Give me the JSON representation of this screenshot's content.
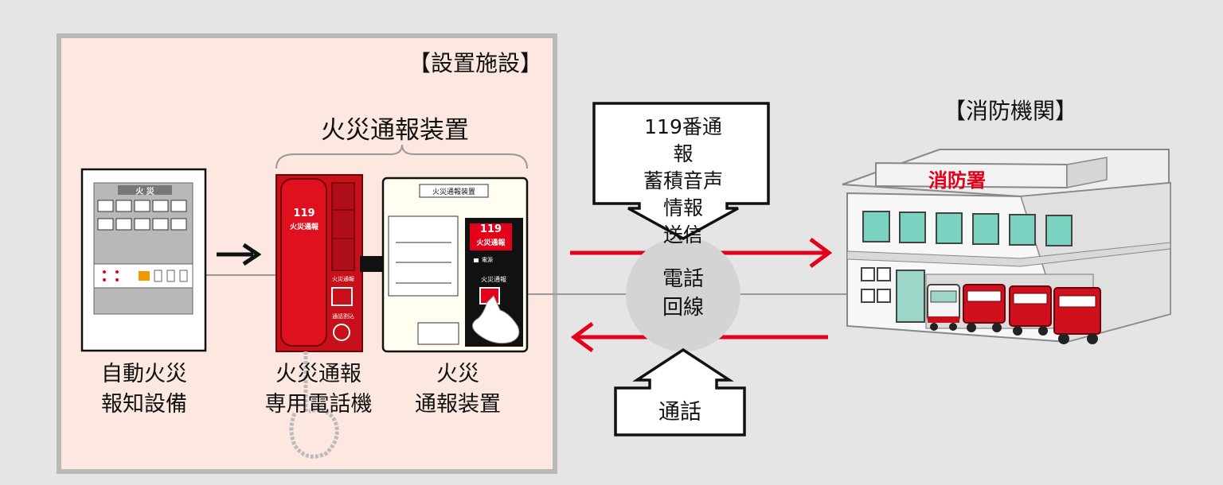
{
  "facility": {
    "title": "【設置施設】"
  },
  "device_group": {
    "title": "火災通報装置"
  },
  "fire_alarm": {
    "panel_label": "火 災",
    "caption_line1": "自動火災",
    "caption_line2": "報知設備"
  },
  "phone": {
    "screen_line1": "119",
    "screen_line2": "火災通報",
    "side_label_1": "火災通報",
    "side_label_2": "通話割込",
    "caption_line1": "火災通報",
    "caption_line2": "専用電話機"
  },
  "device": {
    "panel_title": "火災通報装置",
    "badge_line1": "119",
    "badge_line2": "火災通報",
    "power_label": "電源",
    "button_label": "火災通報",
    "caption_line1": "火災",
    "caption_line2": "通報装置"
  },
  "line": {
    "label_line1": "電話",
    "label_line2": "回線"
  },
  "callout_top": {
    "line1": "119番通報",
    "line2": "蓄積音声情報",
    "line3": "送信"
  },
  "callout_bottom": {
    "text": "通話"
  },
  "fire_dept": {
    "title": "【消防機関】",
    "sign": "消防署"
  },
  "colors": {
    "background": "#e5e5e5",
    "facility_fill": "#fce8e0",
    "facility_border": "#b9b9b9",
    "accent_red": "#e2001a",
    "device_red": "#c8101a",
    "line_gray": "#999999"
  }
}
